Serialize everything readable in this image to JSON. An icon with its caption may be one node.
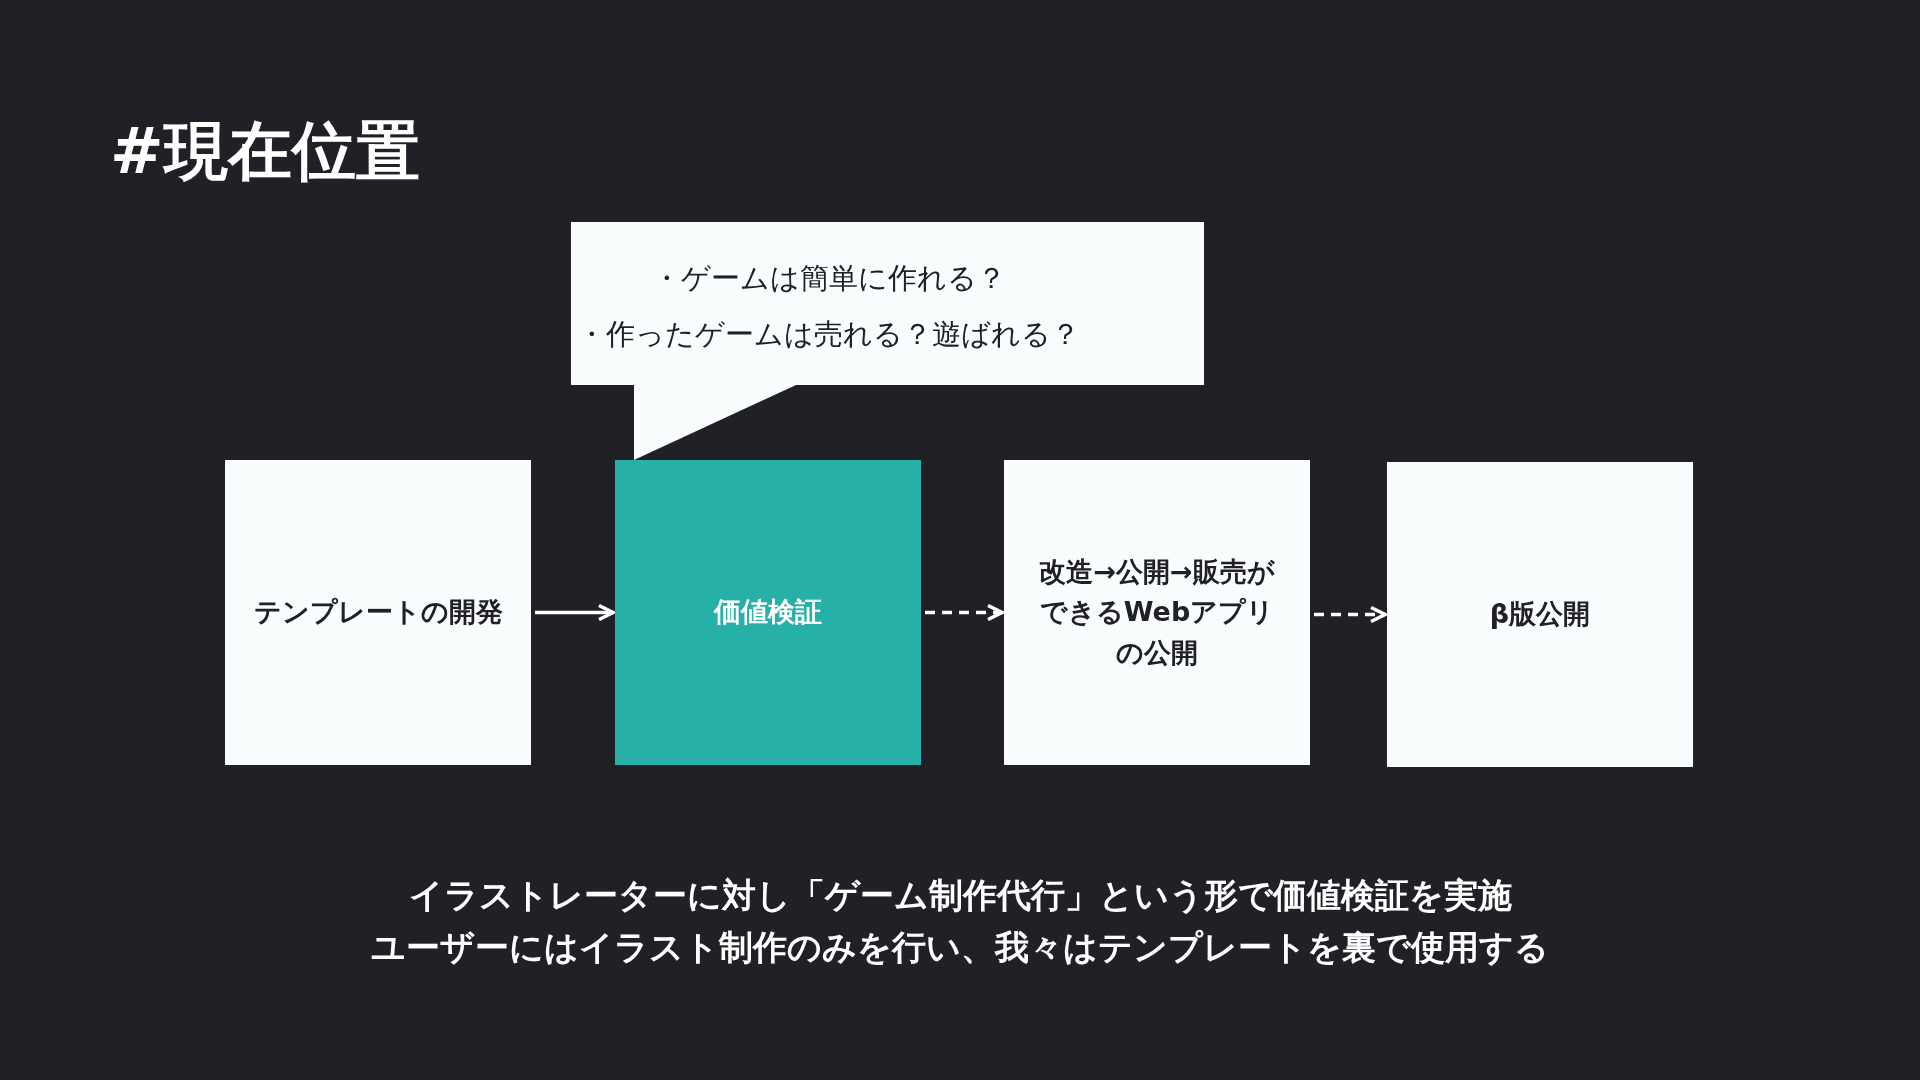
{
  "diagram": {
    "title": "#現在位置",
    "nodes": [
      {
        "text": [
          "・ゲームは簡単に作れる？",
          "・作ったゲームは売れる？遊ばれる？"
        ]
      },
      {
        "text": [
          "テンプレートの開発"
        ]
      },
      {
        "text": [
          "価値検証"
        ]
      },
      {
        "text": [
          "改造→公開→販売ができるWebアプリの公開"
        ]
      },
      {
        "text": [
          "β版公開"
        ]
      }
    ],
    "edges": [
      {
        "from": 1,
        "to": 2,
        "arrow": "to"
      },
      {
        "from": 2,
        "to": 3,
        "arrow": "to",
        "style": "dashed"
      },
      {
        "from": 3,
        "to": 4,
        "arrow": "to",
        "style": "dashed"
      }
    ],
    "labels": [
      "イラストレーターに対し「ゲーム制作代行」という形で価値検証を実施",
      "ユーザーにはイラスト制作のみを行い、我々はテンプレートを裏で使用する"
    ]
  }
}
